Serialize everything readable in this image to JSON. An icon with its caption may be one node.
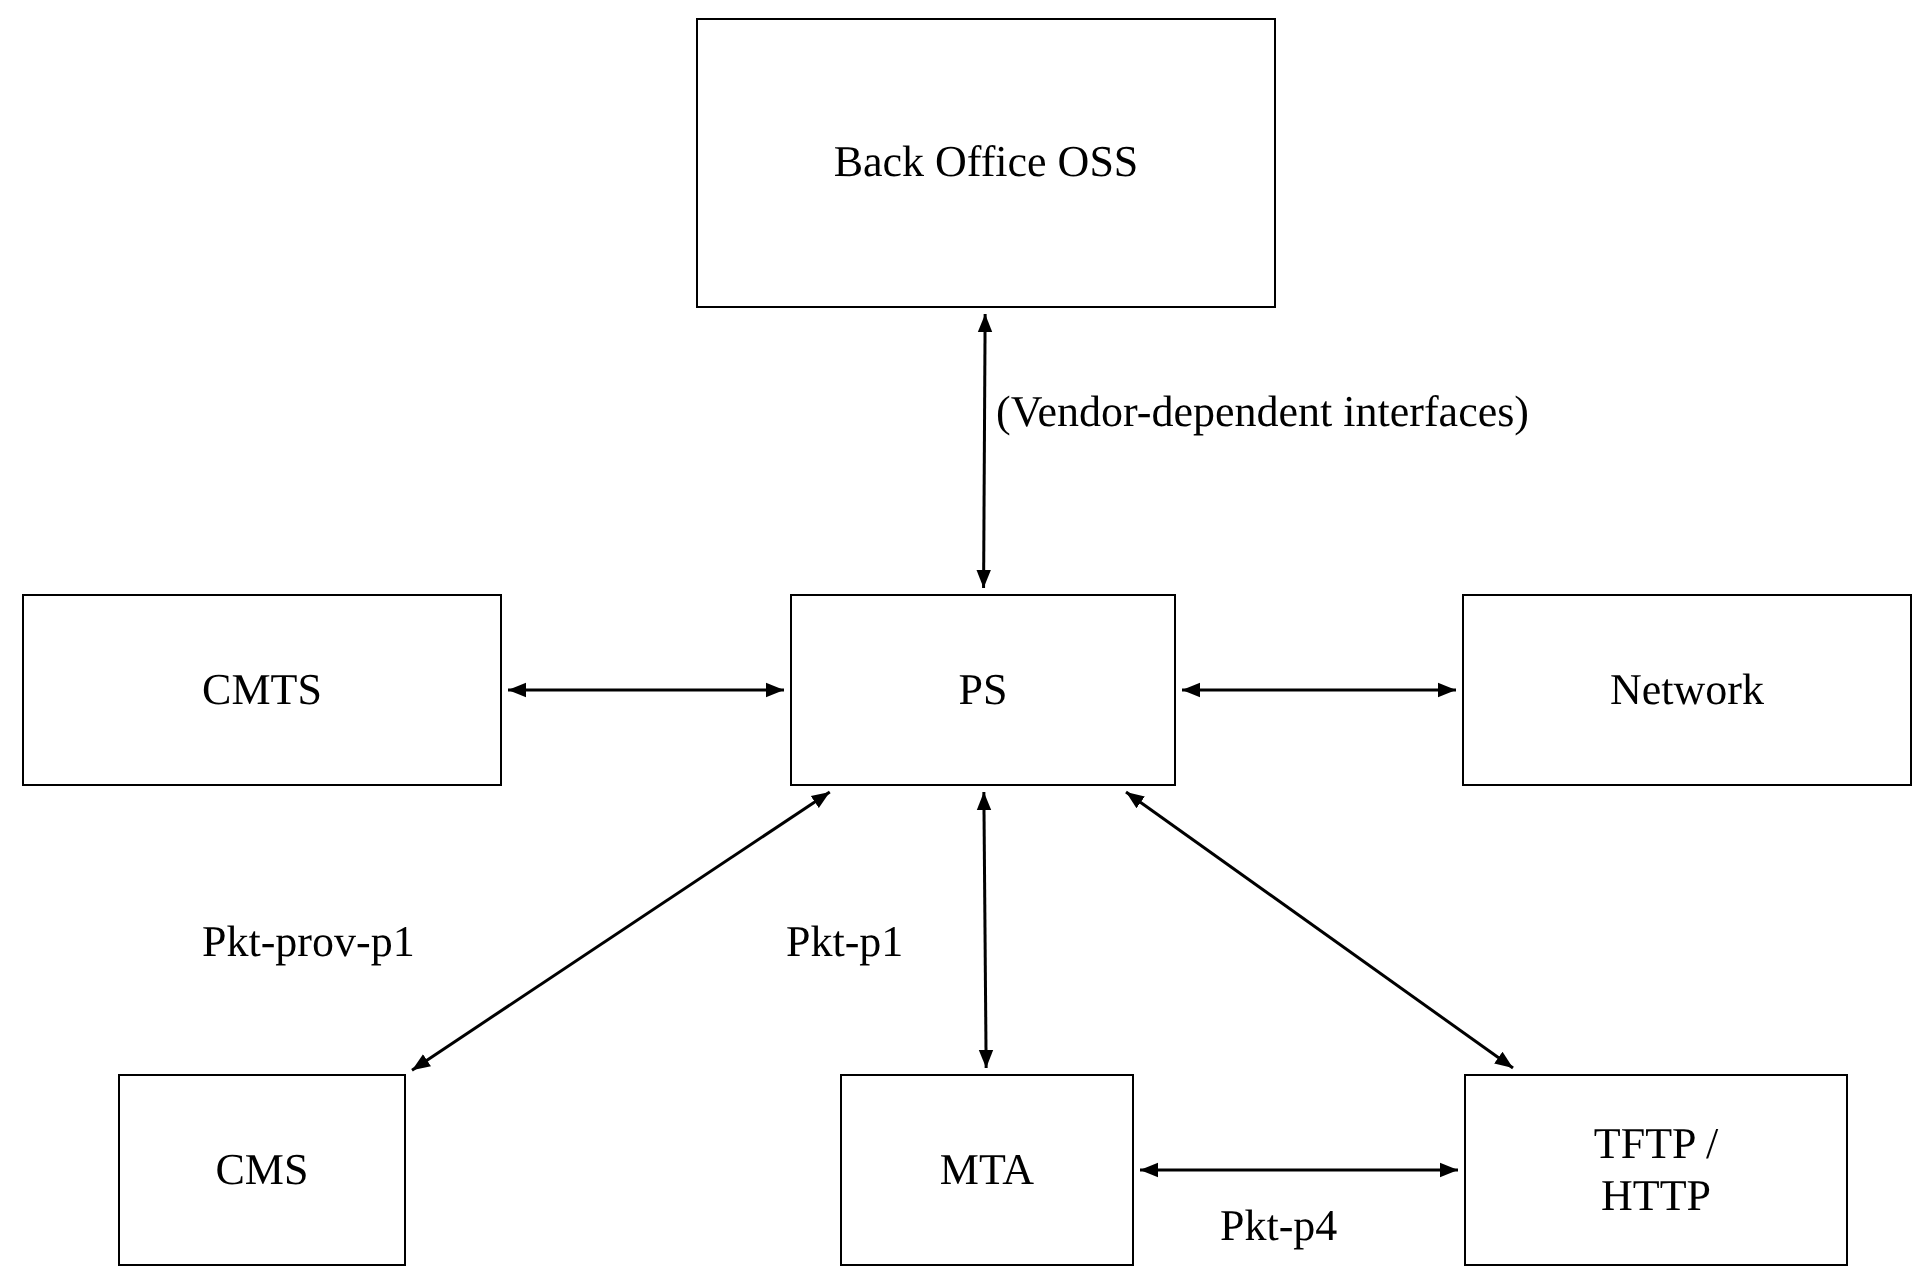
{
  "diagram": {
    "nodes": [
      {
        "text": [
          "Back Office OSS"
        ]
      },
      {
        "text": [
          "CMTS"
        ]
      },
      {
        "text": [
          "PS"
        ]
      },
      {
        "text": [
          "Network"
        ]
      },
      {
        "text": [
          "CMS"
        ]
      },
      {
        "text": [
          "MTA"
        ]
      },
      {
        "text": [
          "TFTP / HTTP"
        ]
      }
    ],
    "edges": [
      {
        "from": 0,
        "to": 2,
        "arrow": "both",
        "label": "(Vendor-dependent interfaces)"
      },
      {
        "from": 1,
        "to": 2,
        "arrow": "both"
      },
      {
        "from": 2,
        "to": 3,
        "arrow": "both"
      },
      {
        "from": 4,
        "to": 2,
        "arrow": "both",
        "label": "Pkt-prov-p1"
      },
      {
        "from": 2,
        "to": 5,
        "arrow": "both",
        "label": "Pkt-p1"
      },
      {
        "from": 2,
        "to": 6,
        "arrow": "both"
      },
      {
        "from": 5,
        "to": 6,
        "arrow": "both",
        "label": "Pkt-p4"
      }
    ]
  }
}
